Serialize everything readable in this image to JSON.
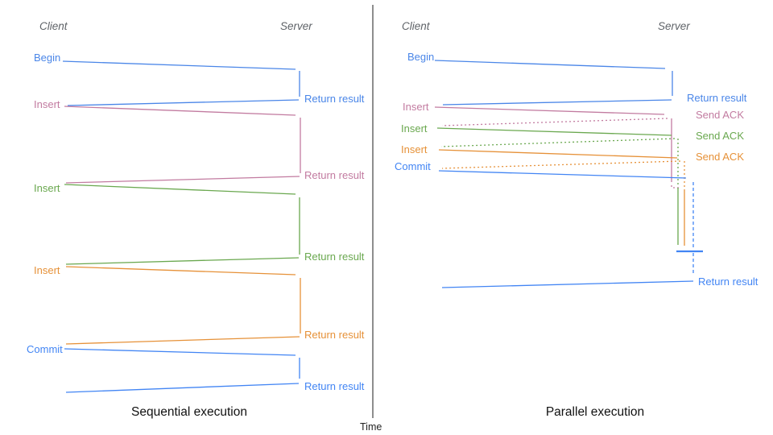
{
  "diagram": {
    "left": {
      "client": "Client",
      "server": "Server",
      "caption": "Sequential execution",
      "rows": [
        {
          "label": "Begin",
          "response": "Return result"
        },
        {
          "label": "Insert",
          "response": "Return result"
        },
        {
          "label": "Insert",
          "response": "Return result"
        },
        {
          "label": "Insert",
          "response": "Return result"
        },
        {
          "label": "Commit",
          "response": "Return result"
        }
      ]
    },
    "right": {
      "client": "Client",
      "server": "Server",
      "caption": "Parallel execution",
      "rows": [
        {
          "label": "Begin",
          "response": "Return result"
        },
        {
          "label": "Insert",
          "response": "Send ACK"
        },
        {
          "label": "Insert",
          "response": "Send ACK"
        },
        {
          "label": "Insert",
          "response": "Send ACK"
        },
        {
          "label": "Commit",
          "response": "Return result"
        }
      ]
    },
    "time_axis_label": "Time",
    "colors": {
      "begin_blue": "#4a86e8",
      "commit_blue": "#4285f4",
      "insert_pink": "#c27ba0",
      "insert_green": "#6aa84f",
      "insert_orange": "#e69138",
      "axis_gray": "#444444",
      "header_gray": "#5f6368",
      "caption_black": "#111111"
    }
  }
}
